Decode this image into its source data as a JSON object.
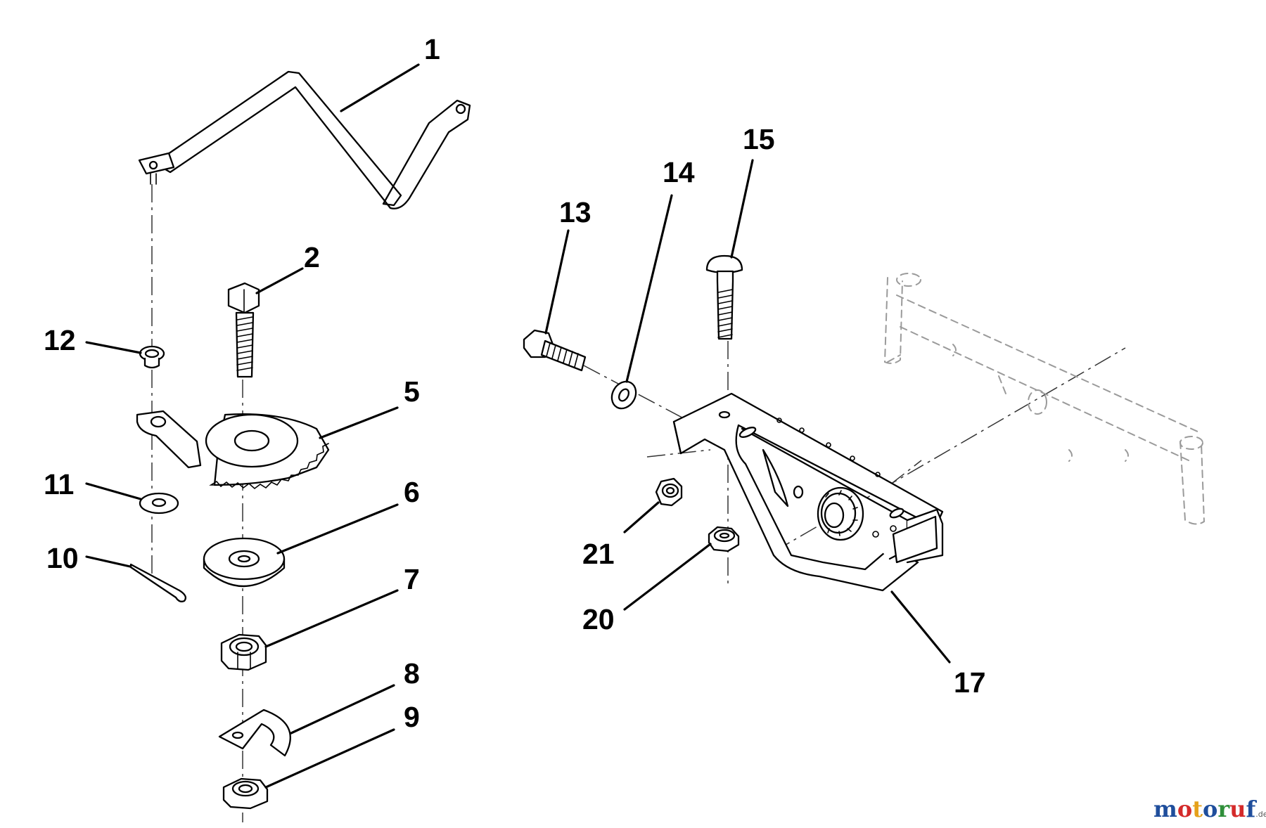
{
  "parts": [
    {
      "id": "part-1",
      "label": "1"
    },
    {
      "id": "part-2",
      "label": "2"
    },
    {
      "id": "part-5",
      "label": "5"
    },
    {
      "id": "part-6",
      "label": "6"
    },
    {
      "id": "part-7",
      "label": "7"
    },
    {
      "id": "part-8",
      "label": "8"
    },
    {
      "id": "part-9",
      "label": "9"
    },
    {
      "id": "part-10",
      "label": "10"
    },
    {
      "id": "part-11",
      "label": "11"
    },
    {
      "id": "part-12",
      "label": "12"
    },
    {
      "id": "part-13",
      "label": "13"
    },
    {
      "id": "part-14",
      "label": "14"
    },
    {
      "id": "part-15",
      "label": "15"
    },
    {
      "id": "part-17",
      "label": "17"
    },
    {
      "id": "part-20",
      "label": "20"
    },
    {
      "id": "part-21",
      "label": "21"
    }
  ],
  "watermark": {
    "letters": [
      {
        "ch": "m",
        "color": "#1f4e9c"
      },
      {
        "ch": "o",
        "color": "#d42a2a"
      },
      {
        "ch": "t",
        "color": "#e5a11b"
      },
      {
        "ch": "o",
        "color": "#1f4e9c"
      },
      {
        "ch": "r",
        "color": "#2f8f3a"
      },
      {
        "ch": "u",
        "color": "#d42a2a"
      },
      {
        "ch": "f",
        "color": "#1f4e9c"
      }
    ],
    "suffix": ".de"
  }
}
